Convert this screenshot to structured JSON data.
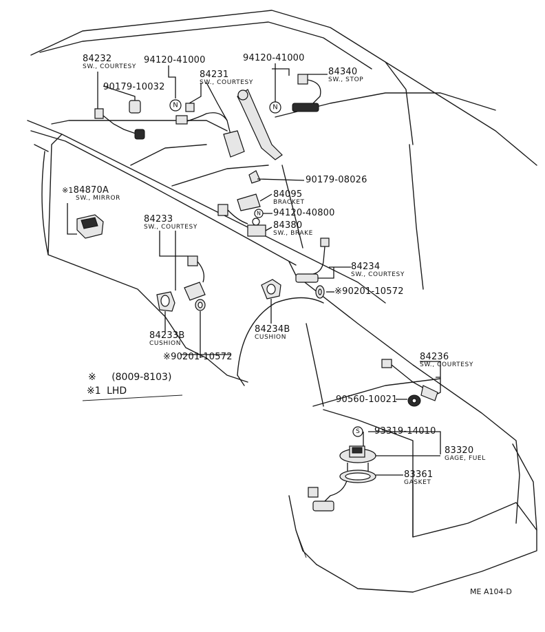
{
  "callouts": {
    "c84232": {
      "part_no": "84232",
      "name": "SW., COURTESY"
    },
    "c94120_left": {
      "part_no": "94120-41000"
    },
    "c94120_right": {
      "part_no": "94120-41000"
    },
    "c90179_10032": {
      "part_no": "90179-10032"
    },
    "c84231": {
      "part_no": "84231",
      "name": "SW., COURTESY"
    },
    "c84340": {
      "part_no": "84340",
      "name": "SW., STOP"
    },
    "c90179_08026": {
      "part_no": "90179-08026"
    },
    "c84095": {
      "part_no": "84095",
      "name": "BRACKET"
    },
    "c94120_40800": {
      "part_no": "94120-40800"
    },
    "c84380": {
      "part_no": "84380",
      "name": "SW., BRAKE"
    },
    "c84870A": {
      "part_no": "84870A",
      "prefix": "※1",
      "name": "SW., MIRROR"
    },
    "c84233": {
      "part_no": "84233",
      "name": "SW., COURTESY"
    },
    "c84234": {
      "part_no": "84234",
      "name": "SW., COURTESY"
    },
    "c90201_right": {
      "part_no": "90201-10572",
      "prefix": "※"
    },
    "c84233B": {
      "part_no": "84233B",
      "name": "CUSHION"
    },
    "c84234B": {
      "part_no": "84234B",
      "name": "CUSHION"
    },
    "c90201_left": {
      "part_no": "90201-10572",
      "prefix": "※"
    },
    "c84236": {
      "part_no": "84236",
      "name": "SW., COURTESY"
    },
    "c90560": {
      "part_no": "90560-10021"
    },
    "c93319": {
      "part_no": "93319-14010"
    },
    "c83320": {
      "part_no": "83320",
      "name": "GAGE, FUEL"
    },
    "c83361": {
      "part_no": "83361",
      "name": "GASKET"
    }
  },
  "symbols": {
    "nut": "N",
    "screw": "S"
  },
  "legend": {
    "row1": {
      "mark": "※",
      "text": "(8009-8103)"
    },
    "row2": {
      "mark": "※1",
      "text": "LHD"
    }
  },
  "drawing_code": "ME A104-D"
}
